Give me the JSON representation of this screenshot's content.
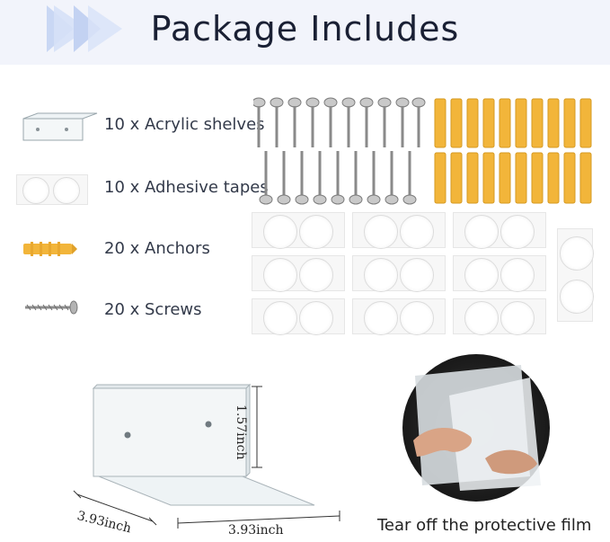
{
  "header": {
    "title": "Package Includes"
  },
  "items": [
    {
      "icon": "acrylic-shelf-icon",
      "label": "10 x Acrylic shelves"
    },
    {
      "icon": "adhesive-tape-icon",
      "label": "10 x Adhesive tapes"
    },
    {
      "icon": "anchor-icon",
      "label": "20 x Anchors"
    },
    {
      "icon": "screw-icon",
      "label": "20 x Screws"
    }
  ],
  "dimensions": {
    "height": "1.57inch",
    "depth": "3.93inch",
    "width": "3.93inch"
  },
  "caption": "Tear off the protective film",
  "colors": {
    "anchor": "#f2b53a",
    "title": "#1a2034",
    "accent_arrow": "#c7d5f3",
    "header_band": "#f2f4fb"
  }
}
